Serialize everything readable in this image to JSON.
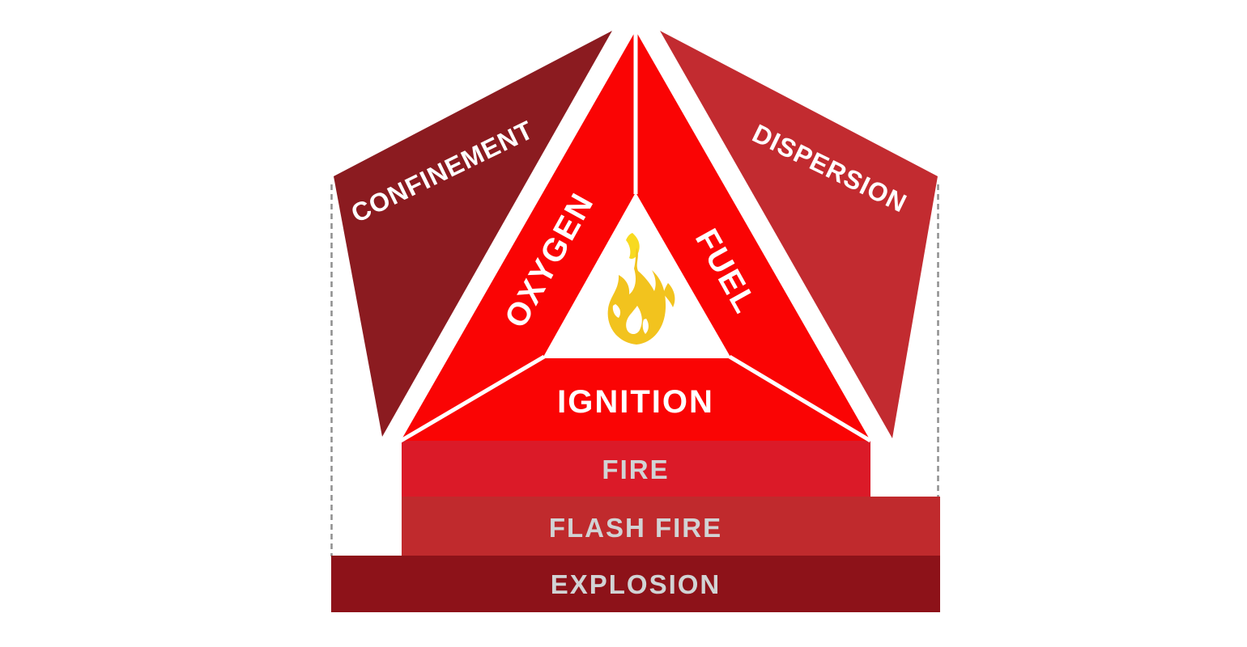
{
  "diagram": {
    "name": "explosion-pentagon",
    "sections": {
      "confinement": {
        "label": "CONFINEMENT",
        "color": "#8B1B20"
      },
      "dispersion": {
        "label": "DISPERSION",
        "color": "#C22B30"
      },
      "oxygen": {
        "label": "OXYGEN"
      },
      "fuel": {
        "label": "FUEL"
      },
      "ignition": {
        "label": "IGNITION"
      },
      "triangle_color": "#FA0404",
      "inner_triangle_color": "#FFFFFF",
      "label_color": "#FFFFFF"
    },
    "bars": [
      {
        "label": "FIRE",
        "color": "#DB1A28"
      },
      {
        "label": "FLASH FIRE",
        "color": "#C02A2D"
      },
      {
        "label": "EXPLOSION",
        "color": "#8D1219"
      }
    ],
    "bar_label_color": "#D1D3D4",
    "guide_line_color": "#8F8F8F",
    "flame_icon": {
      "name": "flame-icon",
      "colors": {
        "wisp_top": "#F8DA20",
        "wisp_bottom": "#EFAE1E",
        "top": "#F2C31E",
        "mid": "#DD8A20",
        "bottom": "#BE4E1D"
      }
    }
  }
}
